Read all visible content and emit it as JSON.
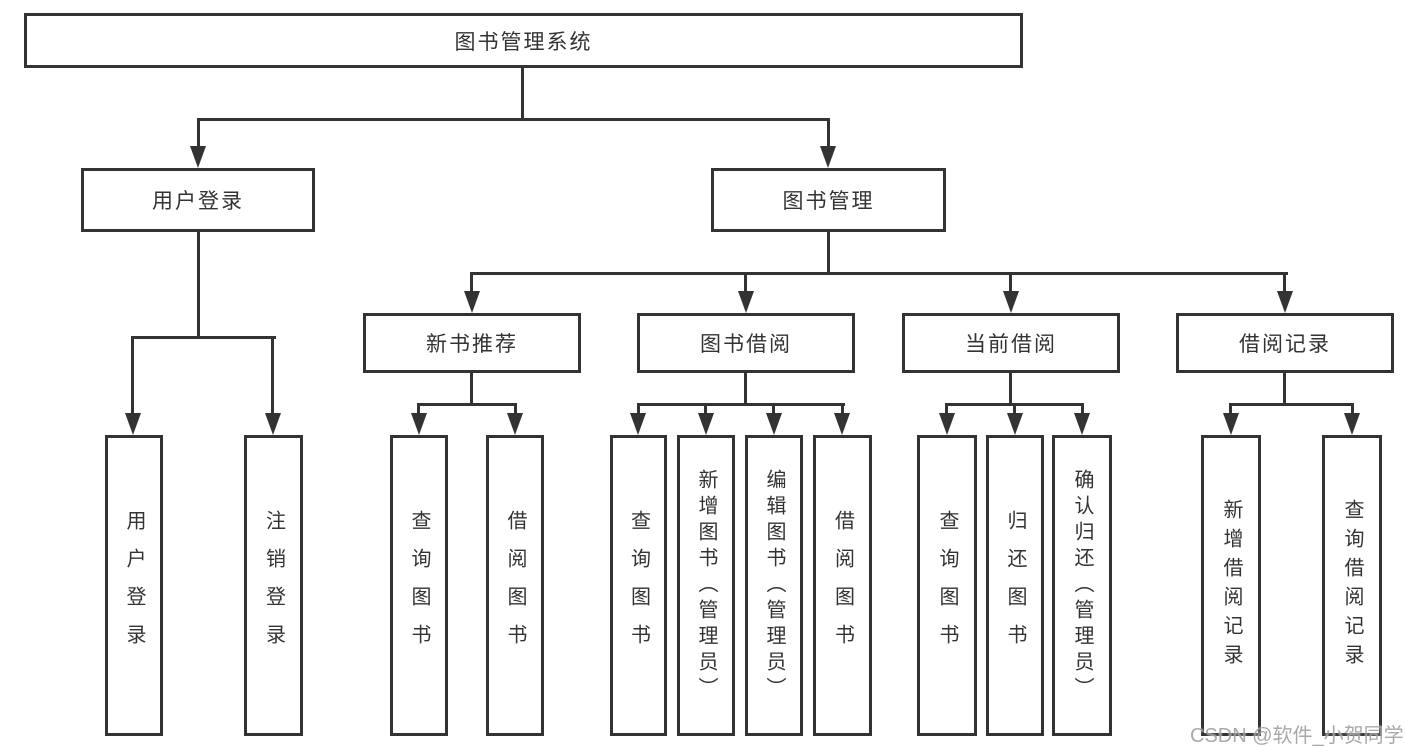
{
  "nodes": {
    "root": {
      "label": "图书管理系统"
    },
    "level1": [
      {
        "label": "用户登录"
      },
      {
        "label": "图书管理"
      }
    ],
    "level2": [
      {
        "label": "新书推荐"
      },
      {
        "label": "图书借阅"
      },
      {
        "label": "当前借阅"
      },
      {
        "label": "借阅记录"
      }
    ],
    "leaves": {
      "user_login": [
        "用户登录",
        "注销登录"
      ],
      "new_book": [
        "查询图书",
        "借阅图书"
      ],
      "book_borrow": [
        "查询图书",
        "新增图书（管理员）",
        "编辑图书（管理员）",
        "借阅图书"
      ],
      "current_borrow": [
        "查询图书",
        "归还图书",
        "确认归还（管理员）"
      ],
      "borrow_records": [
        "新增借阅记录",
        "查询借阅记录"
      ]
    }
  },
  "watermark": {
    "text": "CSDN @软件_小贺同学"
  },
  "colors": {
    "line": "#333333",
    "text": "#333333",
    "background": "#ffffff",
    "watermark": "#a0a0a0"
  }
}
